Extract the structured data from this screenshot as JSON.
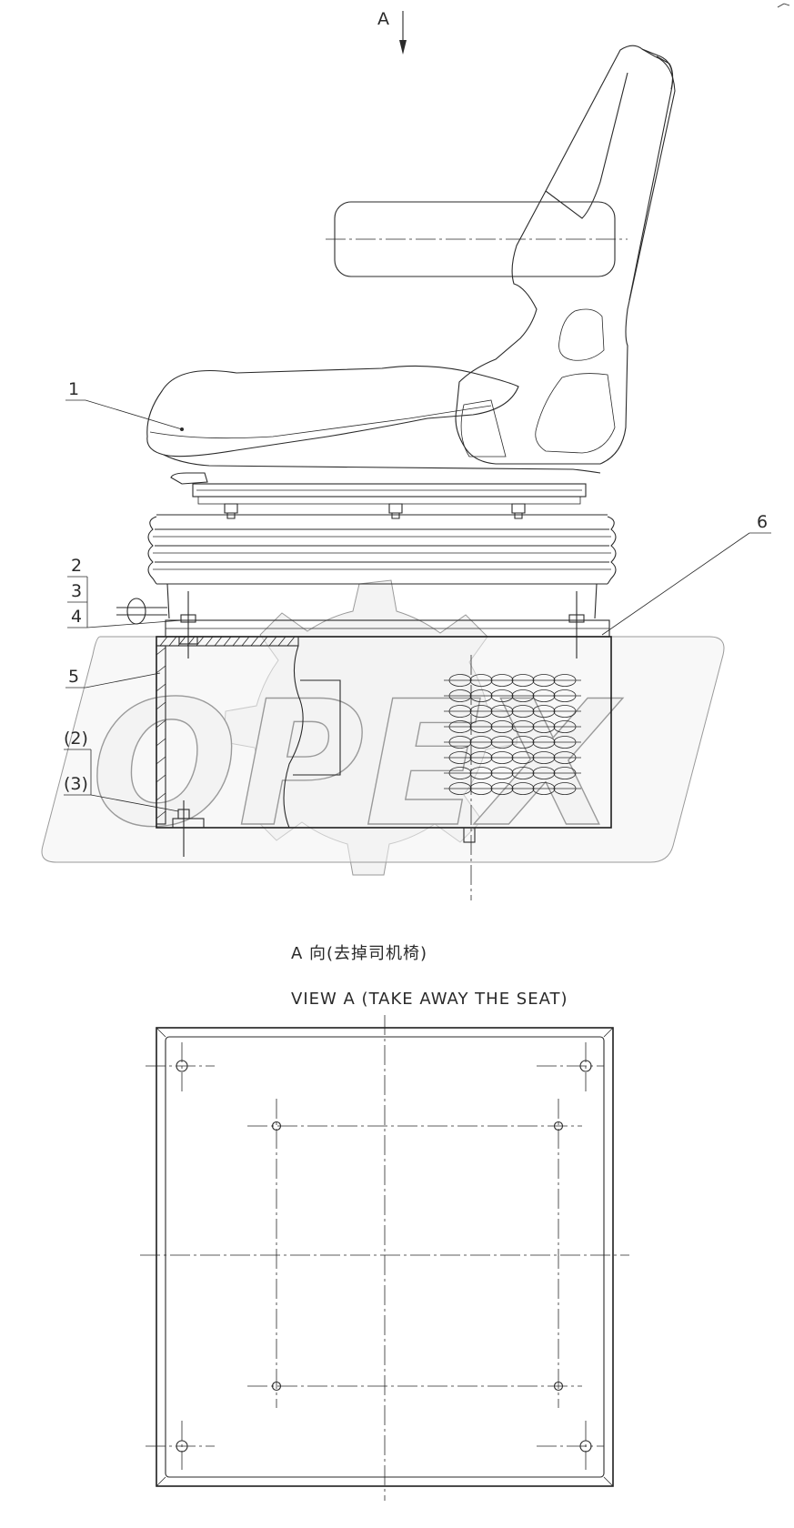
{
  "drawing": {
    "view_marker": "A",
    "callouts": {
      "c1": "1",
      "c2": "2",
      "c3": "3",
      "c4": "4",
      "c5": "5",
      "c6": "6",
      "c2b": "(2)",
      "c3b": "(3)"
    },
    "view_caption_cn": "A 向(去掉司机椅)",
    "view_caption_en": "VIEW A  (TAKE AWAY THE SEAT)",
    "watermark_text": "OPEX"
  }
}
